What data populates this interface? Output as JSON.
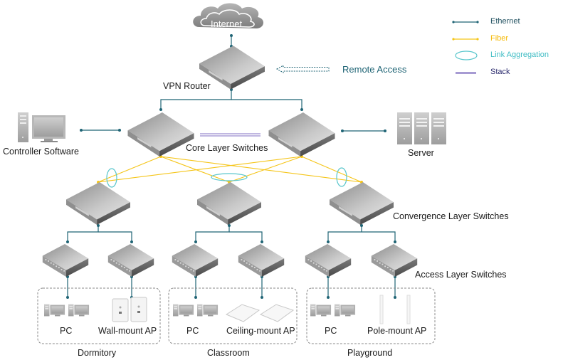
{
  "legend": {
    "items": [
      {
        "label": "Ethernet",
        "type": "ethernet",
        "color": "#1f5f6e"
      },
      {
        "label": "Fiber",
        "type": "fiber",
        "color": "#f5c518"
      },
      {
        "label": "Link Aggregation",
        "type": "link-aggregation",
        "color": "#4cc3c9"
      },
      {
        "label": "Stack",
        "type": "stack",
        "color": "#9a8ccf"
      }
    ]
  },
  "colors": {
    "ethernet": "#1f6475",
    "fiber": "#f5c518",
    "aggregation": "#58c6cc",
    "stack": "#9a8ccf",
    "device": "#9a9a9a",
    "remote_text": "#1f6475",
    "stack_text": "#2b2b6e"
  },
  "nodes": {
    "internet": {
      "label": "Internet",
      "icon": "cloud-icon"
    },
    "vpn_router": {
      "label": "VPN Router",
      "icon": "router-icon"
    },
    "remote_access": {
      "label": "Remote Access",
      "icon": "dashed-arrow-left-icon"
    },
    "controller": {
      "label": "Controller Software",
      "icon": "desktop-computer-icon"
    },
    "core": {
      "label": "Core Layer Switches",
      "icon": "switch-icon"
    },
    "server": {
      "label": "Server",
      "icon": "server-rack-icon"
    },
    "convergence": {
      "label": "Convergence Layer Switches",
      "icon": "switch-icon"
    },
    "access": {
      "label": "Access Layer Switches",
      "icon": "switch-icon"
    }
  },
  "zones": [
    {
      "name": "Dormitory",
      "pc_label": "PC",
      "ap_label": "Wall-mount AP",
      "ap_type": "wall"
    },
    {
      "name": "Classroom",
      "pc_label": "PC",
      "ap_label": "Ceiling-mount AP",
      "ap_type": "ceiling"
    },
    {
      "name": "Playground",
      "pc_label": "PC",
      "ap_label": "Pole-mount AP",
      "ap_type": "pole"
    }
  ]
}
